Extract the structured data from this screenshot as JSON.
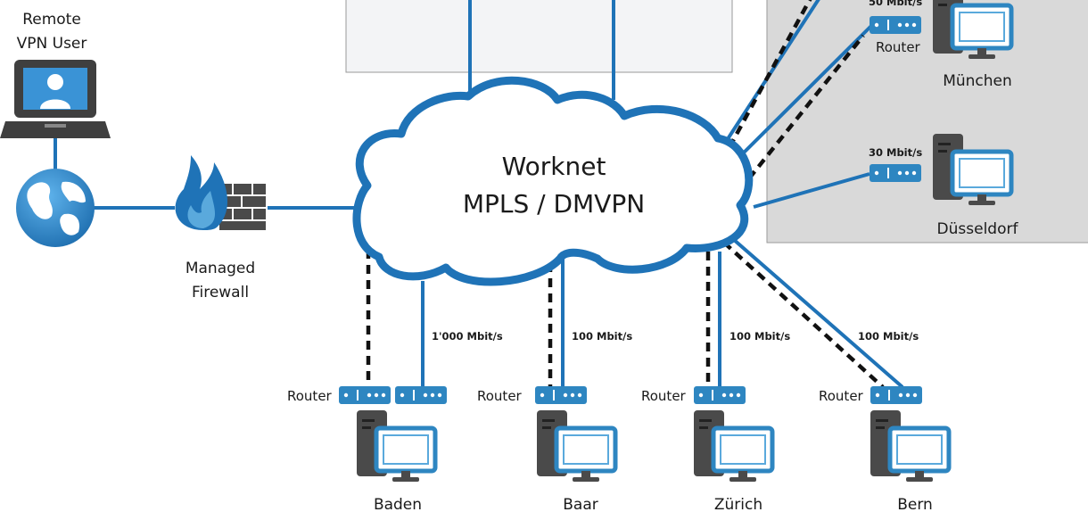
{
  "cloud": {
    "title": "Worknet",
    "subtitle": "MPLS / DMVPN"
  },
  "remote_user": {
    "line1": "Remote",
    "line2": "VPN User"
  },
  "firewall": {
    "line1": "Managed",
    "line2": "Firewall"
  },
  "router_label": "Router",
  "sites": {
    "baden": {
      "name": "Baden",
      "speed": "1'000 Mbit/s"
    },
    "baar": {
      "name": "Baar",
      "speed": "100 Mbit/s"
    },
    "zurich": {
      "name": "Zürich",
      "speed": "100 Mbit/s"
    },
    "bern": {
      "name": "Bern",
      "speed": "100 Mbit/s"
    },
    "muenchen": {
      "name": "München",
      "speed": "50 Mbit/s"
    },
    "duesseldorf": {
      "name": "Düsseldorf",
      "speed": "30 Mbit/s"
    }
  },
  "icons": {
    "laptop": "laptop-user-icon",
    "globe": "internet-globe-icon",
    "firewall": "firewall-icon",
    "router": "router-icon",
    "computer": "desktop-computer-icon"
  },
  "colors": {
    "link_blue": "#1f73b7",
    "router_blue": "#2e86c1",
    "icon_dark": "#4a4a4a",
    "panel_gray": "#d9d9d9",
    "vpn_dashed": "#111111"
  }
}
